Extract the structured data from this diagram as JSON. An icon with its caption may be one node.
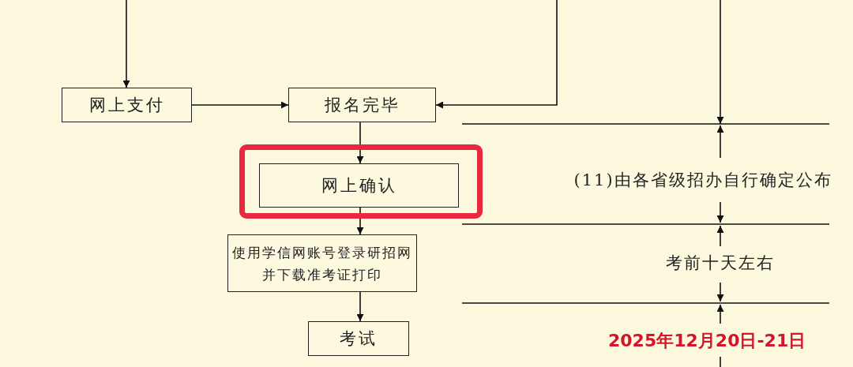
{
  "diagram": {
    "nodes": [
      {
        "text": [
          "网上支付"
        ]
      },
      {
        "text": [
          "报名完毕"
        ]
      },
      {
        "text": [],
        "shape": "box"
      },
      {
        "text": [
          "网上确认"
        ],
        "in": 2
      },
      {
        "text": [
          "使用学信网账号登录研招网并下载准考证打印"
        ]
      },
      {
        "text": [
          "考试"
        ]
      }
    ],
    "edges": [
      {
        "from": null,
        "to": 0,
        "arrow": "to"
      },
      {
        "from": 0,
        "to": 1,
        "arrow": "to"
      },
      {
        "from": null,
        "to": 1,
        "arrow": "to"
      },
      {
        "from": 1,
        "to": 3,
        "arrow": "to"
      },
      {
        "from": 3,
        "to": 4,
        "arrow": "to"
      },
      {
        "from": 4,
        "to": 5,
        "arrow": "to"
      }
    ],
    "labels": [
      "(11)由各省级招办自行确定公布",
      "考前十天左右",
      "2025年12月20日-21日"
    ]
  }
}
